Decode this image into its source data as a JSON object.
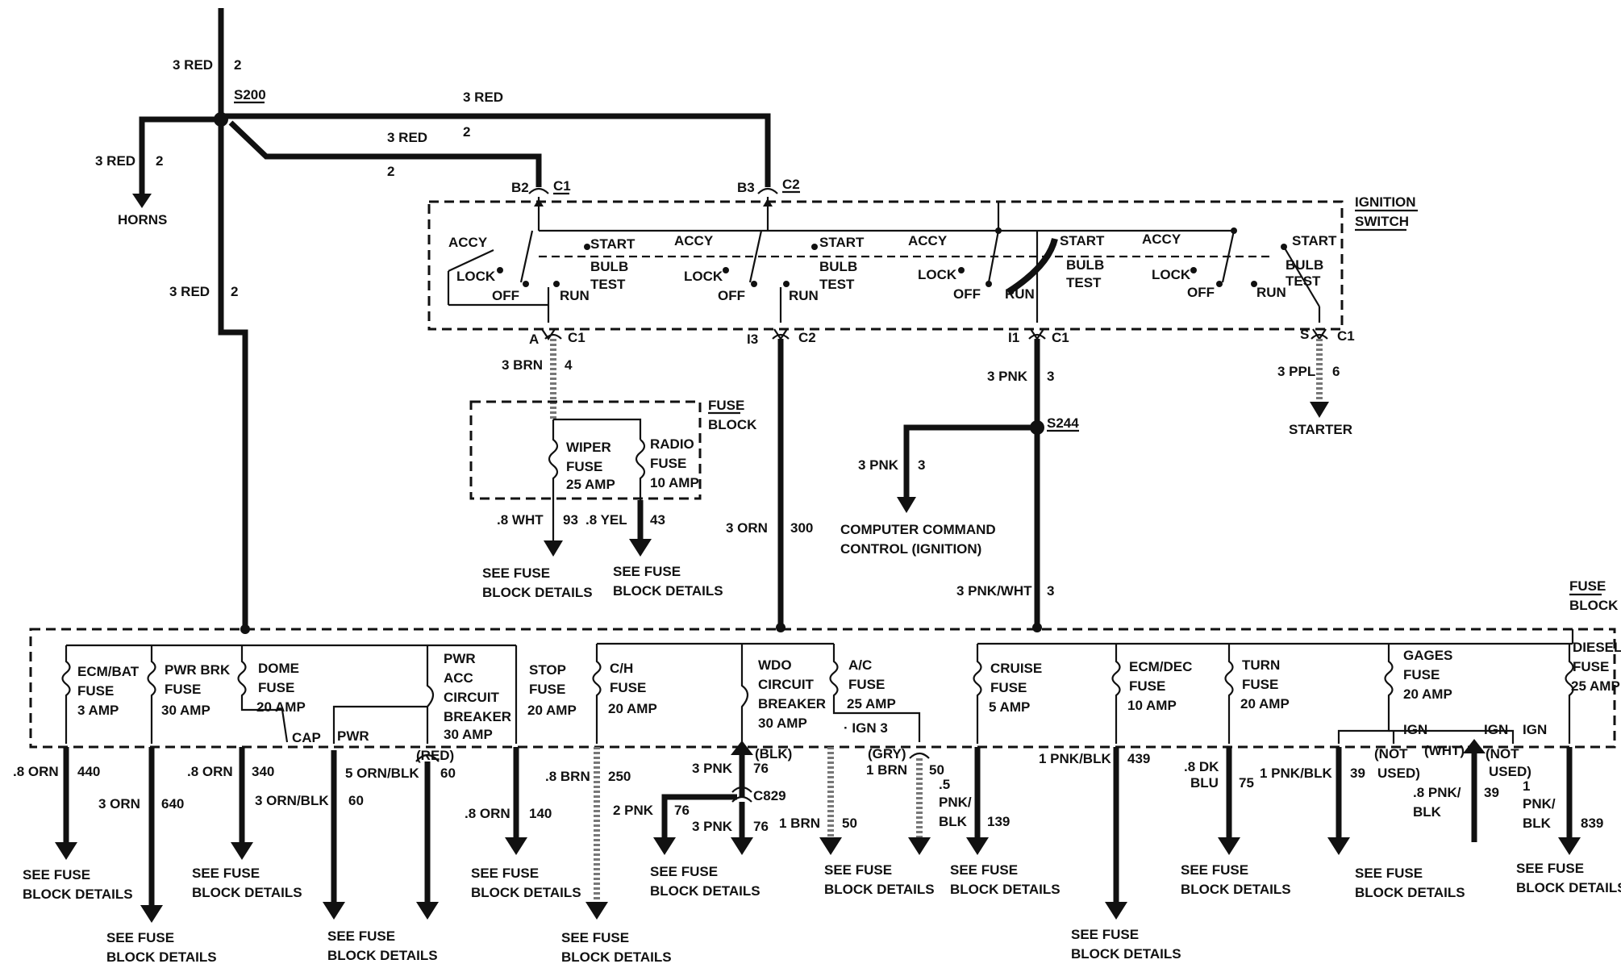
{
  "wires": {
    "top": {
      "color": "3 RED",
      "circuit": "2"
    },
    "bus_top": {
      "color": "3 RED",
      "circuit": "2"
    },
    "to_c1": {
      "color": "3 RED",
      "circuit": "2"
    },
    "horns": {
      "color": "3 RED",
      "circuit": "2"
    },
    "down": {
      "color": "3 RED",
      "circuit": "2"
    },
    "a_out": {
      "color": "3 BRN",
      "circuit": "4"
    },
    "wiper_out": {
      "color": ".8 WHT",
      "circuit": "93"
    },
    "radio_out": {
      "color": ".8 YEL",
      "circuit": "43"
    },
    "i3_out": {
      "color": "3 ORN",
      "circuit": "300"
    },
    "i1_out": {
      "color": "3 PNK",
      "circuit": "3"
    },
    "ccc": {
      "color": "3 PNK",
      "circuit": "3"
    },
    "pnkwht": {
      "color": "3 PNK/WHT",
      "circuit": "3"
    },
    "starter": {
      "color": "3 PPL",
      "circuit": "6"
    }
  },
  "labels": {
    "splice_s200": "S200",
    "splice_s244": "S244",
    "horns": "HORNS",
    "starter": "STARTER",
    "ccc_1": "COMPUTER COMMAND",
    "ccc_2": "CONTROL (IGNITION)",
    "ignition_switch_1": "IGNITION",
    "ignition_switch_2": "SWITCH",
    "fuse_block_1": "FUSE",
    "fuse_block_2": "BLOCK",
    "see_1": "SEE FUSE",
    "see_2": "BLOCK DETAILS"
  },
  "connectors": {
    "b2": "B2",
    "c1_top": "C1",
    "b3": "B3",
    "c2_top": "C2",
    "a": "A",
    "c1_a": "C1",
    "i3": "I3",
    "c2_i3": "C2",
    "i1": "I1",
    "c1_i1": "C1",
    "s": "S",
    "c1_s": "C1",
    "c829": "C829"
  },
  "switch_positions": {
    "accy": "ACCY",
    "start": "START",
    "lock": "LOCK",
    "bulb": "BULB",
    "test": "TEST",
    "off": "OFF",
    "run": "RUN"
  },
  "inner_fuses": {
    "wiper": [
      "WIPER",
      "FUSE",
      "25 AMP"
    ],
    "radio": [
      "RADIO",
      "FUSE",
      "10 AMP"
    ]
  },
  "fuses": [
    {
      "name": "ECM/BAT",
      "sub": "FUSE",
      "rating": "3 AMP",
      "wire": ".8 ORN",
      "circuit": "440"
    },
    {
      "name": "PWR BRK",
      "sub": "FUSE",
      "rating": "30 AMP",
      "wire": "3 ORN",
      "circuit": "640"
    },
    {
      "name": "DOME",
      "sub": "FUSE",
      "rating": "20 AMP",
      "wire": ".8 ORN",
      "circuit": "340"
    },
    {
      "name": "PWR",
      "sub": "ACC",
      "sub2": "CIRCUIT",
      "sub3": "BREAKER",
      "rating": "30 AMP",
      "wire": "3 ORN/BLK",
      "circuit": "60"
    },
    {
      "name": "STOP",
      "sub": "FUSE",
      "rating": "20 AMP",
      "wire": ".8 ORN",
      "circuit": "140"
    },
    {
      "name": "C/H",
      "sub": "FUSE",
      "rating": "20 AMP",
      "wire": ".8 BRN",
      "circuit": "250"
    },
    {
      "name": "WDO",
      "sub": "CIRCUIT",
      "sub2": "BREAKER",
      "rating": "30 AMP",
      "wire": "3 PNK",
      "circuit": "76"
    },
    {
      "name": "A/C",
      "sub": "FUSE",
      "rating": "25 AMP",
      "wire": "1 BRN",
      "circuit": "50"
    },
    {
      "name": "CRUISE",
      "sub": "FUSE",
      "rating": "5 AMP",
      "wire": ".5 PNK/BLK",
      "circuit": "139"
    },
    {
      "name": "ECM/DEC",
      "sub": "FUSE",
      "rating": "10 AMP",
      "wire": "1 PNK/BLK",
      "circuit": "439"
    },
    {
      "name": "TURN",
      "sub": "FUSE",
      "rating": "20 AMP",
      "wire": ".8 DK BLU",
      "circuit": "75"
    },
    {
      "name": "GAGES",
      "sub": "FUSE",
      "rating": "20 AMP",
      "wire": "1 PNK/BLK",
      "circuit": "39"
    },
    {
      "name": "DIESEL",
      "sub": "FUSE",
      "rating": "25 AMP",
      "wire": "1 PNK/BLK",
      "circuit": "839"
    }
  ],
  "misc": {
    "cap": "CAP",
    "pwr": "PWR",
    "red": "(RED)",
    "blk": "(BLK)",
    "gry": "(GRY)",
    "ign3": "· IGN 3",
    "ign": "IGN",
    "wht": "(WHT)",
    "not": "(NOT",
    "used": "USED)",
    "pnk2": "2 PNK",
    "pnk3a": "3 PNK",
    "pnk3b": "3 PNK",
    "c76a": "76",
    "c76b": "76",
    "c76c": "76",
    "brn1": "1 BRN",
    "c50": "50",
    "orn5": "5 ORN/BLK",
    "c60": "60",
    "dot5": ".5",
    "pnk_": "PNK/",
    "blk_": "BLK",
    "dk": ".8 DK",
    "blu": "BLU",
    "pnk8": ".8 PNK/",
    "blk8": "BLK",
    "c39b": "39",
    "one": "1",
    "pnk1": "PNK/",
    "blk1": "BLK"
  }
}
